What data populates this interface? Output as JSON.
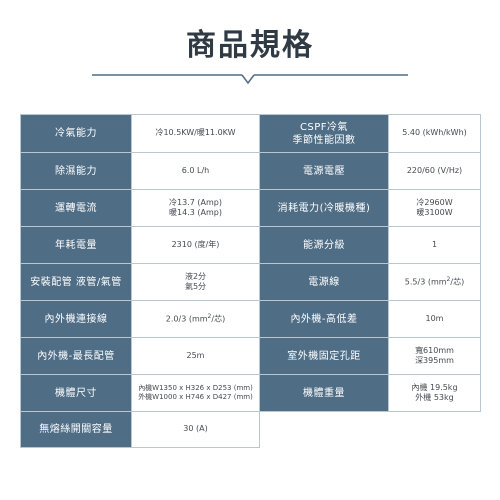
{
  "title": "商品規格",
  "rows": [
    {
      "l1": "冷氣能力",
      "v1": "冷10.5KW/暖11.0KW",
      "l2": "CSPF冷氣\n季節性能因數",
      "v2": "5.40 (kWh/kWh)"
    },
    {
      "l1": "除濕能力",
      "v1": "6.0 L/h",
      "l2": "電源電壓",
      "v2": "220/60 (V/Hz)"
    },
    {
      "l1": "運轉電流",
      "v1": "冷13.7 (Amp)\n暖14.3 (Amp)",
      "l2": "消耗電力(冷暖機種)",
      "v2": "冷2960W\n暖3100W"
    },
    {
      "l1": "年耗電量",
      "v1": "2310 (度/年)",
      "l2": "能源分級",
      "v2": "1"
    },
    {
      "l1": "安裝配管 液管/氣管",
      "v1": "液2分\n氣5分",
      "l2": "電源線",
      "v2_pre": "5.5/3 (mm",
      "v2_sup": "2",
      "v2_post": "/芯)"
    },
    {
      "l1": "內外機連接線",
      "v1_pre": "2.0/3 (mm",
      "v1_sup": "2",
      "v1_post": "/芯)",
      "l2": "內外機-高低差",
      "v2": "10m"
    },
    {
      "l1": "內外機-最長配管",
      "v1": "25m",
      "l2": "室外機固定孔距",
      "v2": "寬610mm\n深395mm"
    },
    {
      "l1": "機體尺寸",
      "v1": "內機W1350 x H326 x D253 (mm)\n外機W1000 x H746 x D427 (mm)",
      "l2": "機體重量",
      "v2": "內機 19.5kg\n外機 53kg"
    },
    {
      "l1": "無熔絲開關容量",
      "v1": "30 (A)"
    }
  ]
}
